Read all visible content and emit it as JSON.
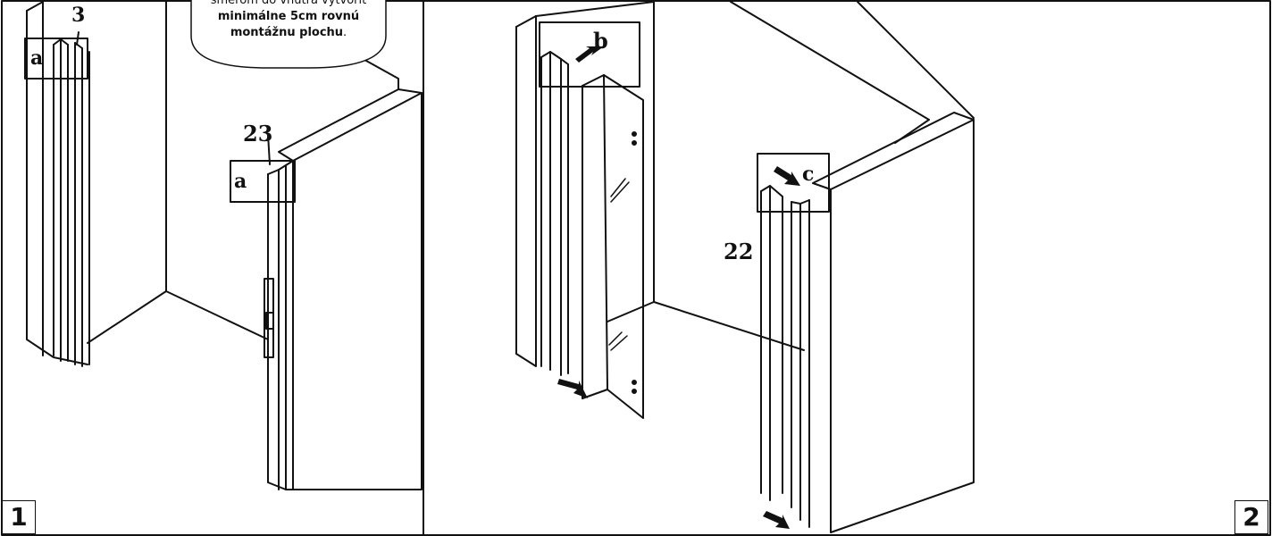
{
  "panels": [
    {
      "number": "1",
      "labels": {
        "part3": "3",
        "detail_a_left": "a",
        "part23": "23",
        "detail_a_right": "a"
      }
    },
    {
      "number": "2",
      "labels": {
        "detail_b": "b",
        "detail_c": "c",
        "part22": "22"
      }
    }
  ],
  "callout": {
    "line1": "smerom do vnútra vytvoriť",
    "line2_bold": "minimálne 5cm rovnú",
    "line3_bold": "montážnu plochu",
    "line3_end": "."
  }
}
